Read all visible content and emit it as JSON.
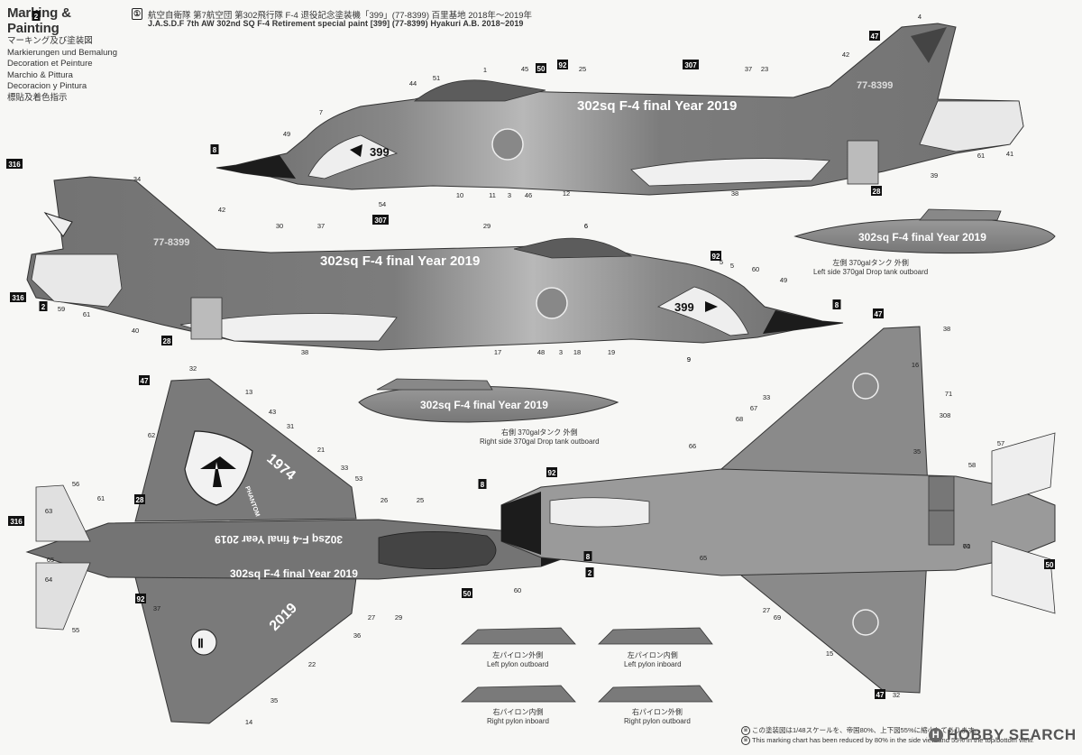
{
  "heading": {
    "title": "Marking & Painting",
    "languages": [
      "マーキング及び塗装図",
      "Markierungen und Bemalung",
      "Decoration et Peinture",
      "Marchio & Pittura",
      "Decoracion y Pintura",
      "標貼及着色指示"
    ]
  },
  "scheme": {
    "number": "①",
    "title_jp": "航空自衛隊 第7航空団 第302飛行隊 F-4 退役記念塗装機「399」(77-8399) 百里基地 2018年〜2019年",
    "title_en": "J.A.S.D.F 7th AW 302nd SQ  F-4 Retirement special paint [399] (77-8399) Hyakuri A.B. 2018~2019"
  },
  "aircraft_markings": {
    "serial": "77-8399",
    "nose_number": "399",
    "fuselage_text": "302sq F-4 final Year 2019",
    "tank_text": "302sq F-4 final Year 2019",
    "year_left": "1974",
    "year_right": "2019",
    "tail_text": "PHANTOM"
  },
  "captions": {
    "left_tank_jp": "左側 370galタンク 外側",
    "left_tank_en": "Left side 370gal Drop tank outboard",
    "right_tank_jp": "右側 370galタンク 外側",
    "right_tank_en": "Right side 370gal Drop tank outboard",
    "left_pylon_out_jp": "左パイロン外側",
    "left_pylon_out_en": "Left pylon outboard",
    "left_pylon_in_jp": "左パイロン内側",
    "left_pylon_in_en": "Left pylon inboard",
    "right_pylon_in_jp": "右パイロン内側",
    "right_pylon_in_en": "Right pylon inboard",
    "right_pylon_out_jp": "右パイロン外側",
    "right_pylon_out_en": "Right pylon outboard"
  },
  "callouts": {
    "side_upper": [
      "1",
      "2",
      "3",
      "4",
      "5",
      "6",
      "7",
      "8",
      "9",
      "10",
      "11",
      "12",
      "23",
      "25",
      "28",
      "34",
      "37",
      "38",
      "39",
      "41",
      "42",
      "44",
      "45",
      "46",
      "47",
      "49",
      "50",
      "51",
      "54",
      "61",
      "92",
      "307",
      "316"
    ],
    "side_lower": [
      "2",
      "3",
      "5",
      "6",
      "8",
      "9",
      "17",
      "18",
      "19",
      "28",
      "29",
      "30",
      "37",
      "38",
      "40",
      "42",
      "47",
      "48",
      "49",
      "59",
      "60",
      "61",
      "92",
      "307",
      "316"
    ],
    "top_view": [
      "2",
      "8",
      "13",
      "14",
      "21",
      "22",
      "25",
      "26",
      "27",
      "28",
      "29",
      "31",
      "32",
      "33",
      "35",
      "36",
      "37",
      "43",
      "47",
      "50",
      "53",
      "55",
      "56",
      "60",
      "61",
      "62",
      "63",
      "64",
      "65",
      "92",
      "316"
    ],
    "bottom_view": [
      "8",
      "15",
      "16",
      "27",
      "32",
      "33",
      "35",
      "38",
      "47",
      "50",
      "57",
      "58",
      "61",
      "65",
      "66",
      "67",
      "68",
      "69",
      "70",
      "71",
      "92",
      "308"
    ],
    "badge_numbers": [
      "2",
      "8",
      "28",
      "47",
      "50",
      "92",
      "307",
      "316"
    ]
  },
  "footnotes": [
    "この塗装図は1/48スケールを、帝国80%、上下図55%に縮小してあります。",
    "This marking chart has been reduced by 80% in the side view and 55% in the top/bottom view."
  ],
  "watermark": {
    "logo": "H",
    "text": "HOBBY SEARCH"
  },
  "colors": {
    "camouflage_dark": "#727272",
    "camouflage_mid": "#8c8c8c",
    "camouflage_light": "#b5b5b5",
    "nose_black": "#1c1c1c",
    "badge_black": "#111111",
    "paper": "#f7f7f5"
  }
}
